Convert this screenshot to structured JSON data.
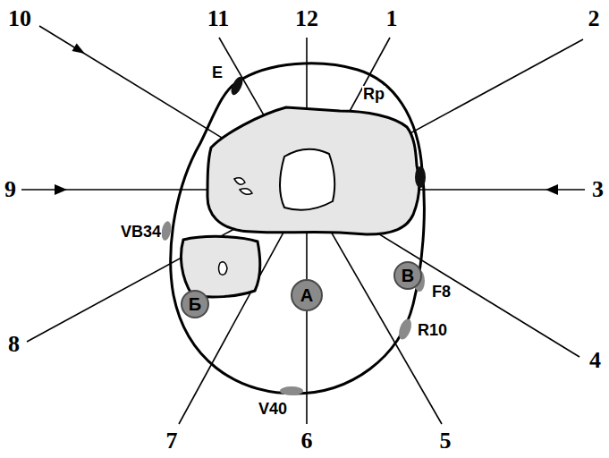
{
  "diagram": {
    "nodes": [
      {
        "text": [
          "Б"
        ]
      },
      {
        "text": [
          "А"
        ]
      },
      {
        "text": [
          "В"
        ]
      }
    ],
    "labels": [
      "10",
      "11",
      "12",
      "1",
      "2",
      "9",
      "3",
      "8",
      "4",
      "7",
      "6",
      "5",
      "E",
      "Rp",
      "VB34",
      "F8",
      "R10",
      "V40"
    ]
  }
}
